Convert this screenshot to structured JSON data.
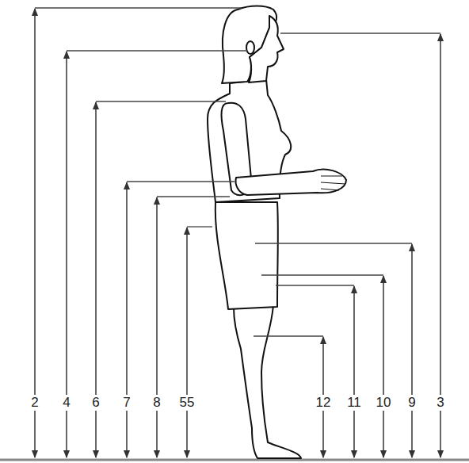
{
  "diagram": {
    "labels": [
      "2",
      "4",
      "6",
      "7",
      "8",
      "55",
      "12",
      "11",
      "10",
      "9",
      "3"
    ]
  }
}
